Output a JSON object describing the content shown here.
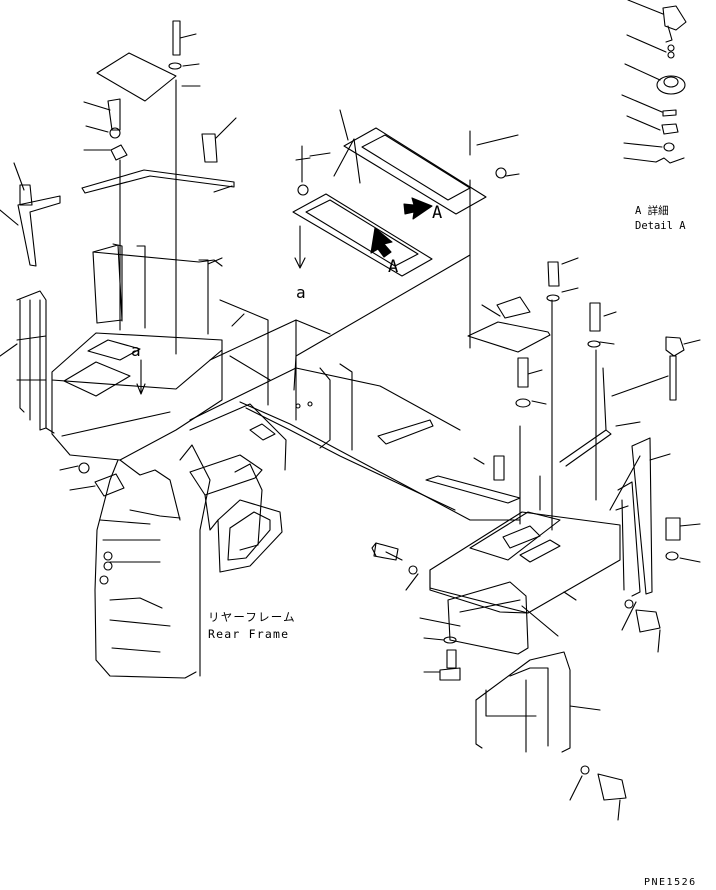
{
  "diagram": {
    "detail_label_jp": "A 詳細",
    "detail_label_en": "Detail A",
    "view_marker_1": "A",
    "view_marker_2": "A",
    "arrow_label_a1": "a",
    "arrow_label_a2": "a",
    "rear_frame_jp": "リヤーフレーム",
    "rear_frame_en": "Rear Frame",
    "drawing_number": "PNE1526"
  }
}
